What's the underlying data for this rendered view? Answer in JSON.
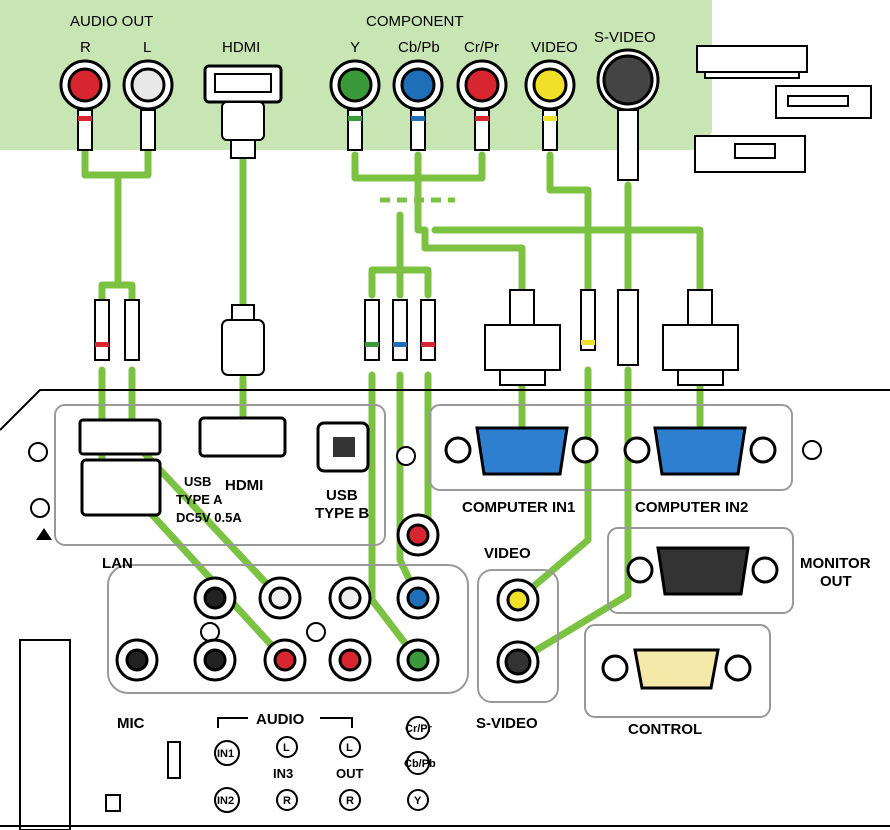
{
  "source_labels": {
    "audio_out": "AUDIO OUT",
    "r": "R",
    "l": "L",
    "hdmi": "HDMI",
    "component": "COMPONENT",
    "y": "Y",
    "cb_pb": "Cb/Pb",
    "cr_pr": "Cr/Pr",
    "video": "VIDEO",
    "s_video": "S-VIDEO"
  },
  "panel_labels": {
    "usb_type_a_1": "USB",
    "usb_type_a_2": "TYPE A",
    "usb_type_a_3": "DC5V 0.5A",
    "hdmi": "HDMI",
    "usb_type_b_1": "USB",
    "usb_type_b_2": "TYPE B",
    "lan": "LAN",
    "computer_in1": "COMPUTER IN1",
    "computer_in2": "COMPUTER IN2",
    "video": "VIDEO",
    "monitor_out_1": "MONITOR",
    "monitor_out_2": "OUT",
    "s_video": "S-VIDEO",
    "control": "CONTROL",
    "mic": "MIC",
    "audio": "AUDIO",
    "in1": "IN1",
    "in2": "IN2",
    "in3": "IN3",
    "l1": "L",
    "r1": "R",
    "l2": "L",
    "r2": "R",
    "out": "OUT",
    "cr_pr": "Cr/Pr",
    "cb_pb": "Cb/Pb",
    "y": "Y"
  },
  "colors": {
    "source_panel": "#c8e6b4",
    "cable_green": "#7cc242",
    "jack_red": "#d7262f",
    "jack_white": "#ffffff",
    "jack_green": "#3a9a3a",
    "jack_blue": "#1f6fb8",
    "jack_yellow": "#f0e02a",
    "vga_blue": "#2f7fd0"
  }
}
